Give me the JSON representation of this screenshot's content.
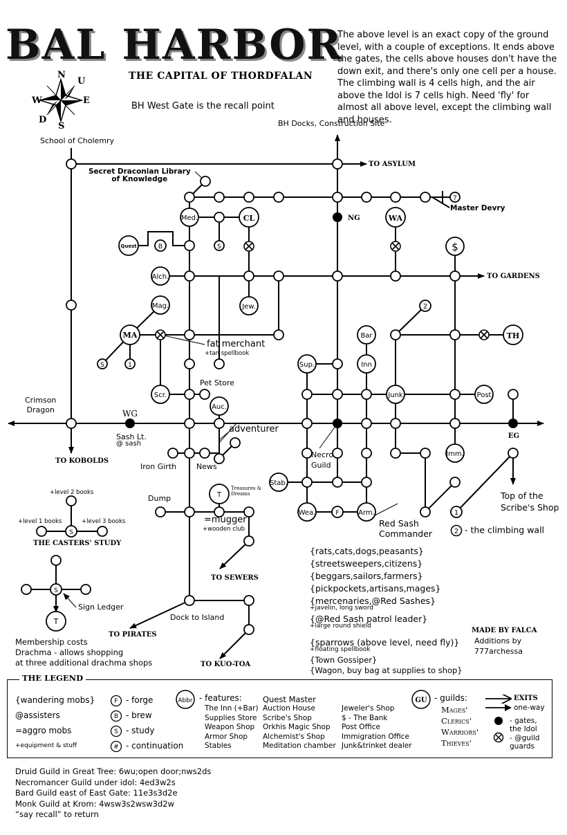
{
  "header": {
    "title": "BAL HARBOR",
    "subtitle": "THE CAPITAL OF THORDFALAN",
    "recall_note": "BH West Gate is the recall point",
    "intro_text": "The above level is an exact copy of the ground level, with a couple of exceptions. It ends above the gates, the cells above houses don't have the down exit, and there's only one cell per a house. The climbing wall is 4 cells high, and the air above the Idol is 7 cells high. Need 'fly' for almost all above level, except the climbing wall and houses."
  },
  "compass": {
    "n": "N",
    "u": "U",
    "e": "E",
    "w": "W",
    "d": "D",
    "s": "S",
    "icon": "compass-rose-icon"
  },
  "map_labels": {
    "docks": "BH Docks, Construction Site",
    "school": "School of Cholemry",
    "library": "Secret Draconian Library\nof Knowledge",
    "to_asylum": "TO ASYLUM",
    "master_devry": "Master Devry",
    "to_gardens": "TO GARDENS",
    "fat_merchant": "fat merchant",
    "tan_spellbook": "+tan spellbook",
    "pet_store": "Pet Store",
    "adventurer": "adventurer",
    "crimson_dragon": "Crimson\nDragon",
    "sash_lt": "Sash Lt.",
    "at_sash": "@ sash",
    "to_kobolds": "TO KOBOLDS",
    "iron_girth": "Iron Girth",
    "news": "News",
    "necro_guild": "Necro\nGuild",
    "dump": "Dump",
    "treasures": "Treasures &\nDreams",
    "mugger": "=mugger",
    "wooden_club": "+wooden club",
    "to_sewers": "TO SEWERS",
    "red_sash_commander": "Red Sash\nCommander",
    "top_scribe": "Top of the\nScribe's Shop",
    "climbing_wall": "- the climbing wall",
    "level2": "+level 2 books",
    "level1": "+level 1 books",
    "level3": "+level 3 books",
    "casters_study": "THE CASTERS' STUDY",
    "sign_ledger": "Sign Ledger",
    "dock_to_island": "Dock to Island",
    "to_pirates": "TO PIRATES",
    "to_kuotoa": "TO KUO-TOA",
    "nodes": {
      "ng": "NG",
      "wg": "WG",
      "eg": "EG",
      "med": "Med.",
      "cl": "CL",
      "wa": "WA",
      "quest": "Quest",
      "b": "B",
      "alch": "Alch.",
      "jew": "Jew.",
      "mag": "Mag.",
      "ma": "MA",
      "scr": "Scr.",
      "auc": "Auc.",
      "sup": "Sup.",
      "bar": "Bar",
      "inn": "Inn",
      "junk": "Junk",
      "post": "Post",
      "th": "TH",
      "imm": "Imm.",
      "stab": "Stab.",
      "wea": "Wea.",
      "f": "F",
      "arm": "Arm.",
      "dollar": "$",
      "two": "2",
      "one": "1",
      "q": "?",
      "s": "S",
      "t": "T"
    }
  },
  "mobs": [
    {
      "text": "{rats,cats,dogs,peasants}"
    },
    {
      "text": "{streetsweepers,citizens}"
    },
    {
      "text": "{beggars,sailors,farmers}"
    },
    {
      "text": "{pickpockets,artisans,mages}"
    },
    {
      "text": "{mercenaries,@Red Sashes}",
      "note": "+javelin, long sword"
    },
    {
      "text": "{@Red Sash patrol leader}",
      "note": "+large round shield"
    },
    {
      "text": "{sparrows (above level, need fly)}",
      "note": "+floating spellbook"
    },
    {
      "text": "{Town Gossiper}"
    },
    {
      "text": "{Wagon, buy bag at supplies to shop}"
    }
  ],
  "membership": {
    "line1": "Membership costs",
    "line2": "Drachma - allows shopping",
    "line3": "at three additional drachma shops"
  },
  "credits": {
    "made_by": "MADE BY FALCA",
    "additions_1": "Additions by",
    "additions_2": "777archessa"
  },
  "legend": {
    "title": "THE LEGEND",
    "wandering": "{wandering mobs}",
    "assisters": "@assisters",
    "aggro": "=aggro mobs",
    "equipment": "+equipment & stuff",
    "forge": "- forge",
    "brew": "- brew",
    "study": "- study",
    "continuation": "- continuation",
    "abbr": "Abbr",
    "features": "- features:",
    "feature_col1": [
      "The Inn (+Bar)",
      "Supplies Store",
      "Weapon Shop",
      "Armor Shop",
      "Stables"
    ],
    "quest_master": "Quest Master",
    "feature_col2": [
      "Auction House",
      "Scribe's Shop",
      "Orkhis Magic Shop",
      "Alchemist's Shop",
      "Meditation chamber"
    ],
    "feature_col3": [
      "Jeweler's Shop",
      "$ - The Bank",
      "Post Office",
      "Immigration Office",
      "Junk&trinket dealer"
    ],
    "gu": "GU",
    "guilds": "- guilds:",
    "guild_list": [
      "Mages'",
      "Clerics'",
      "Warriors'",
      "Thieves'"
    ],
    "exits": "EXITS",
    "one_way": "one-way",
    "gates": "- gates,\nthe Idol",
    "guild_guards": "- @guild\nguards"
  },
  "guild_directions": [
    "Druid Guild in Great Tree: 6wu;open door;nws2ds",
    "Necromancer Guild under idol: 4ed3w2s",
    "Bard Guild east of East Gate: 11e3s3d2e",
    "Monk Guild at Krom: 4wsw3s2wsw3d2w",
    "“say recall” to return"
  ]
}
